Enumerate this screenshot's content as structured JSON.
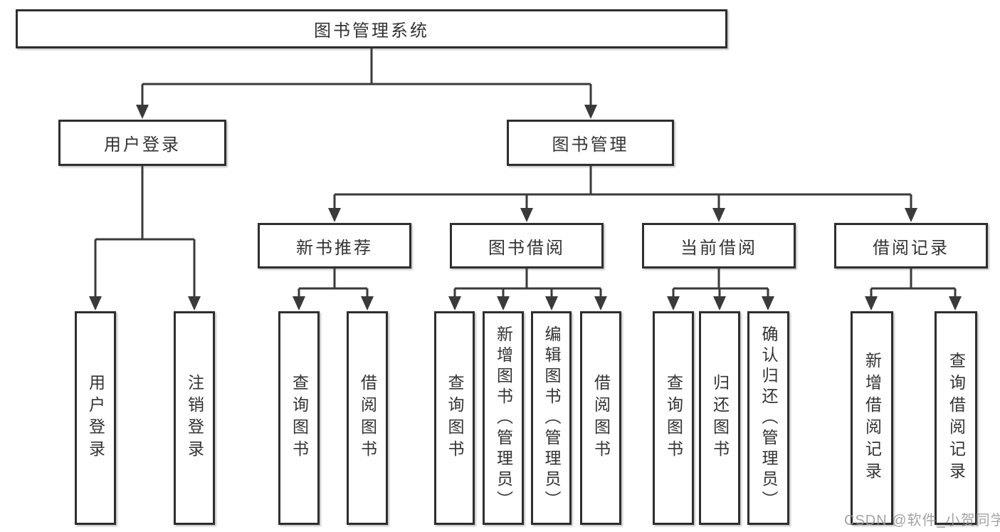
{
  "diagram_title": "图书管理系统",
  "nodes": {
    "root": {
      "label": "图书管理系统"
    },
    "user_login": {
      "label": "用户登录"
    },
    "book_mgmt": {
      "label": "图书管理"
    },
    "new_book_rec": {
      "label": "新书推荐"
    },
    "book_borrow": {
      "label": "图书借阅"
    },
    "current_borrow": {
      "label": "当前借阅"
    },
    "borrow_record": {
      "label": "借阅记录"
    },
    "login": {
      "label": "用户登录"
    },
    "logout": {
      "label": "注销登录"
    },
    "rec_query_book": {
      "label": "查询图书"
    },
    "rec_borrow_book": {
      "label": "借阅图书"
    },
    "bb_query_book": {
      "label": "查询图书"
    },
    "bb_add_book": {
      "label": "新增图书（管理员）"
    },
    "bb_edit_book": {
      "label": "编辑图书（管理员）"
    },
    "bb_borrow_book": {
      "label": "借阅图书"
    },
    "cb_query_book": {
      "label": "查询图书"
    },
    "cb_return_book": {
      "label": "归还图书"
    },
    "cb_confirm_return": {
      "label": "确认归还（管理员）"
    },
    "br_add_record": {
      "label": "新增借阅记录"
    },
    "br_query_record": {
      "label": "查询借阅记录"
    }
  },
  "watermark": "CSDN @软件_小贺同学",
  "colors": {
    "line": "#3a3a3a",
    "box_border": "#2e2e2e",
    "text": "#333333",
    "watermark": "#969696",
    "background": "#ffffff"
  }
}
